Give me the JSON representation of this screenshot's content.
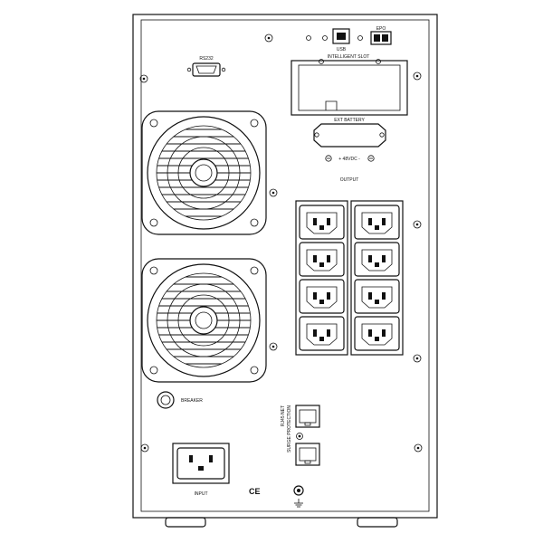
{
  "labels": {
    "rs232": "RS232",
    "usb": "USB",
    "epo": "EPO",
    "intelligent_slot": "INTELLIGENT SLOT",
    "ext_battery": "EXT BATTERY",
    "battery_voltage": "+ 48VDC -",
    "output": "OUTPUT",
    "breaker": "BREAKER",
    "rj45_net": "RJ45 NET",
    "surge_protection": "SURGE PROTECTION",
    "input": "INPUT",
    "ce_mark": "CE"
  },
  "colors": {
    "line": "#111111",
    "background": "#ffffff"
  }
}
